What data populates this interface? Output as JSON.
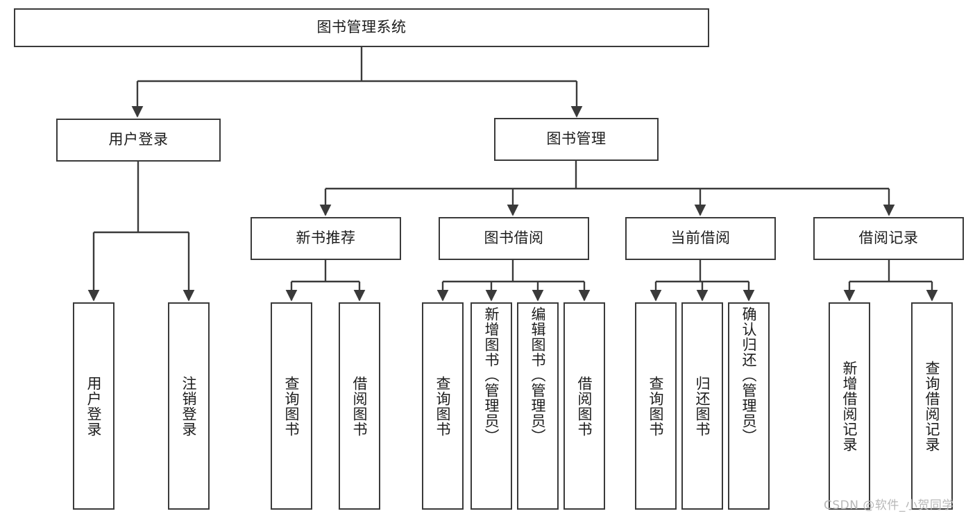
{
  "diagram": {
    "title": "图书管理系统",
    "watermark": "CSDN @软件_小贺同学",
    "stroke_color": "#3a3a3a",
    "text_color": "#1c1c1c",
    "background": "#ffffff",
    "nodes": {
      "root": {
        "label": "图书管理系统"
      },
      "user_login": {
        "label": "用户登录"
      },
      "book_manage": {
        "label": "图书管理"
      },
      "new_book_rec": {
        "label": "新书推荐"
      },
      "book_borrow": {
        "label": "图书借阅"
      },
      "current_borrow": {
        "label": "当前借阅"
      },
      "borrow_record": {
        "label": "借阅记录"
      },
      "leaf_user_login": {
        "label": "用户登录"
      },
      "leaf_logout": {
        "label": "注销登录"
      },
      "leaf_query_book_1": {
        "label": "查询图书"
      },
      "leaf_borrow_book_1": {
        "label": "借阅图书"
      },
      "leaf_query_book_2": {
        "label": "查询图书"
      },
      "leaf_add_book": {
        "label": "新增图书（管理员）"
      },
      "leaf_edit_book": {
        "label": "编辑图书（管理员）"
      },
      "leaf_borrow_book_2": {
        "label": "借阅图书"
      },
      "leaf_query_book_3": {
        "label": "查询图书"
      },
      "leaf_return_book": {
        "label": "归还图书"
      },
      "leaf_confirm_return": {
        "label": "确认归还（管理员）"
      },
      "leaf_add_record": {
        "label": "新增借阅记录"
      },
      "leaf_query_record": {
        "label": "查询借阅记录"
      }
    },
    "edges": [
      {
        "from": "root",
        "to": "user_login"
      },
      {
        "from": "root",
        "to": "book_manage"
      },
      {
        "from": "user_login",
        "to": "leaf_user_login"
      },
      {
        "from": "user_login",
        "to": "leaf_logout"
      },
      {
        "from": "book_manage",
        "to": "new_book_rec"
      },
      {
        "from": "book_manage",
        "to": "book_borrow"
      },
      {
        "from": "book_manage",
        "to": "current_borrow"
      },
      {
        "from": "book_manage",
        "to": "borrow_record"
      },
      {
        "from": "new_book_rec",
        "to": "leaf_query_book_1"
      },
      {
        "from": "new_book_rec",
        "to": "leaf_borrow_book_1"
      },
      {
        "from": "book_borrow",
        "to": "leaf_query_book_2"
      },
      {
        "from": "book_borrow",
        "to": "leaf_add_book"
      },
      {
        "from": "book_borrow",
        "to": "leaf_edit_book"
      },
      {
        "from": "book_borrow",
        "to": "leaf_borrow_book_2"
      },
      {
        "from": "current_borrow",
        "to": "leaf_query_book_3"
      },
      {
        "from": "current_borrow",
        "to": "leaf_return_book"
      },
      {
        "from": "current_borrow",
        "to": "leaf_confirm_return"
      },
      {
        "from": "borrow_record",
        "to": "leaf_add_record"
      },
      {
        "from": "borrow_record",
        "to": "leaf_query_record"
      }
    ]
  }
}
